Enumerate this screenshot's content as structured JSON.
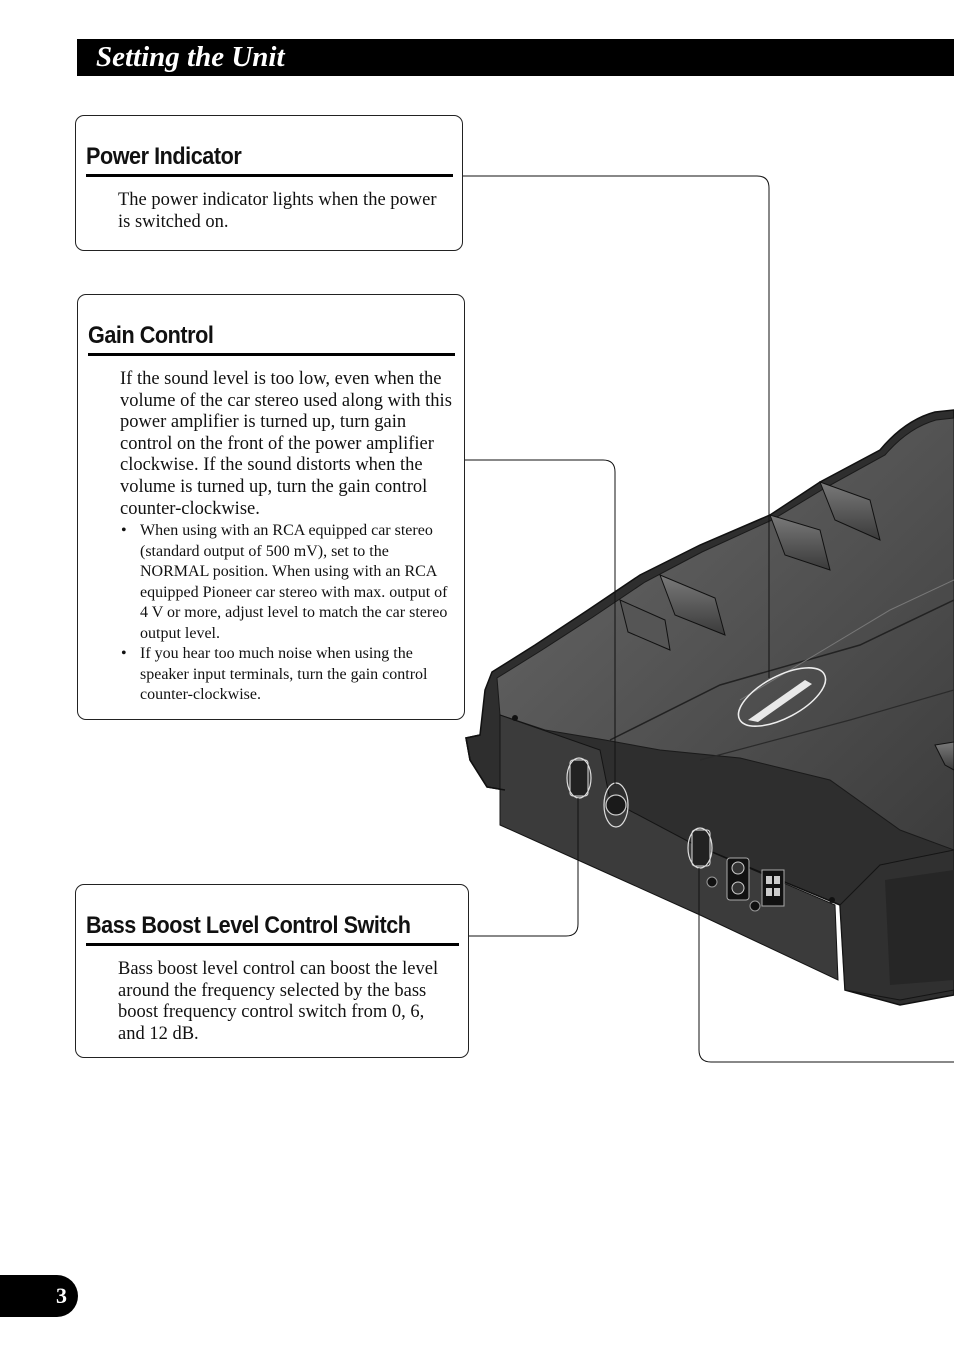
{
  "header": {
    "title": "Setting the Unit"
  },
  "sections": {
    "power": {
      "heading": "Power Indicator",
      "text": "The power indicator lights when the power is switched on."
    },
    "gain": {
      "heading": "Gain Control",
      "text": "If the sound level is too low, even when the volume of the car stereo used along with this power amplifier is turned up, turn gain control on the front of the power amplifier clockwise. If the sound distorts when the volume is turned up, turn the gain control counter-clockwise.",
      "bullets": [
        "When using with an RCA equipped car stereo (standard output of 500 mV), set to the NORMAL position. When using with an RCA equipped Pioneer car stereo with max. output of 4 V or more, adjust level to match the car stereo output level.",
        "If you hear too much noise when using the speaker input terminals, turn the gain control counter-clockwise."
      ]
    },
    "bass": {
      "heading": "Bass Boost Level Control Switch",
      "text": "Bass boost level control can boost the level around the frequency selected by the bass boost frequency control switch from 0, 6, and 12 dB."
    }
  },
  "footer": {
    "page_number": "3"
  },
  "illustration": {
    "subject": "amplifier-illustration",
    "body_color": "#4a4a4a",
    "panel_color": "#3a3a3a"
  }
}
